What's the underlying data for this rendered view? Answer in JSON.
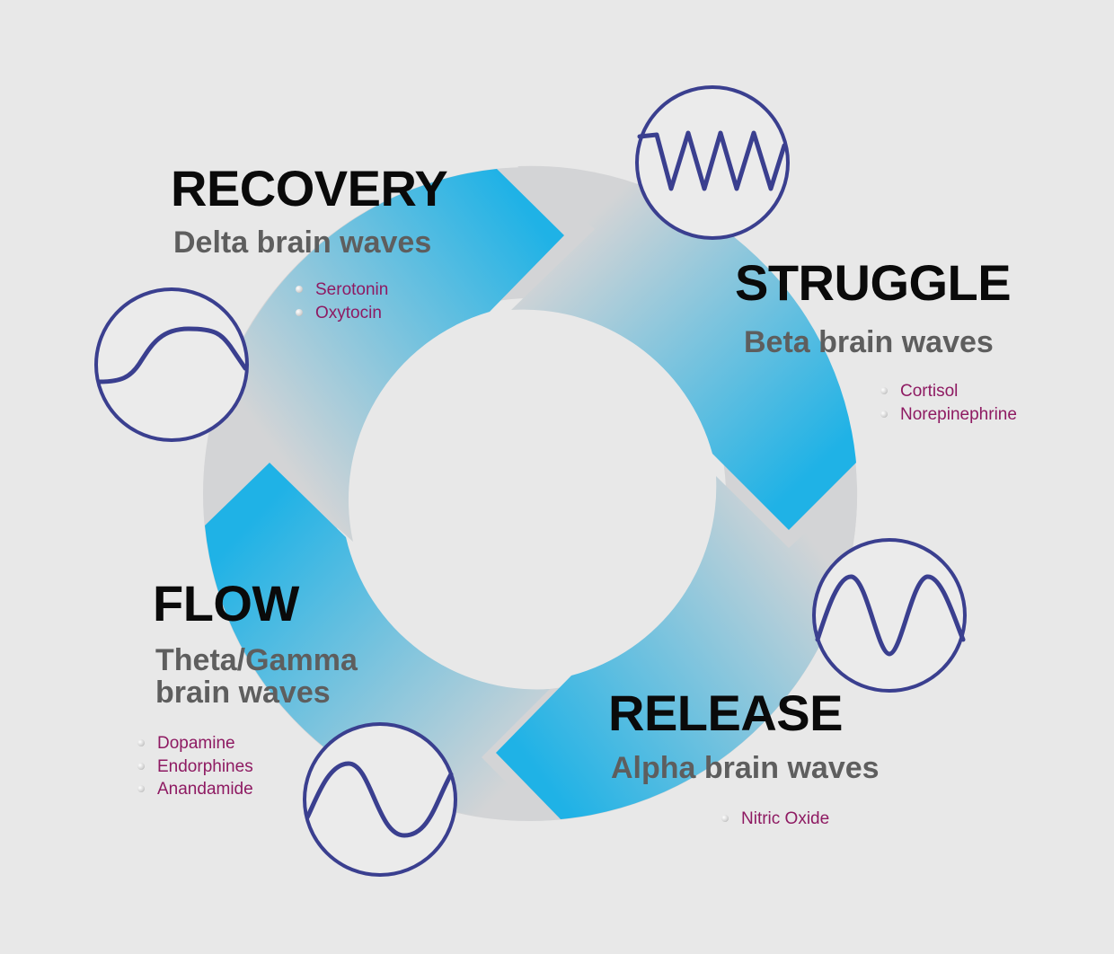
{
  "stages": {
    "recovery": {
      "title": "RECOVERY",
      "waves": "Delta brain waves",
      "chemicals": [
        "Serotonin",
        "Oxytocin"
      ],
      "wave_icon": "delta-wave-icon"
    },
    "struggle": {
      "title": "STRUGGLE",
      "waves": "Beta brain waves",
      "chemicals": [
        "Cortisol",
        "Norepinephrine"
      ],
      "wave_icon": "beta-wave-icon"
    },
    "release": {
      "title": "RELEASE",
      "waves": "Alpha brain waves",
      "chemicals": [
        "Nitric Oxide"
      ],
      "wave_icon": "alpha-wave-icon"
    },
    "flow": {
      "title": "FLOW",
      "waves_line1": "Theta/Gamma",
      "waves_line2": "brain waves",
      "chemicals": [
        "Dopamine",
        "Endorphines",
        "Anandamide"
      ],
      "wave_icon": "theta-gamma-wave-icon"
    }
  },
  "colors": {
    "background": "#e8e8e8",
    "ring_gray": "#d3d4d6",
    "arrow_blue": "#1fb2e6",
    "wave_icon": "#3a3f8f",
    "title": "#0a0a0a",
    "subtitle": "#5e5e5e",
    "chemical_text": "#8e1a62"
  }
}
